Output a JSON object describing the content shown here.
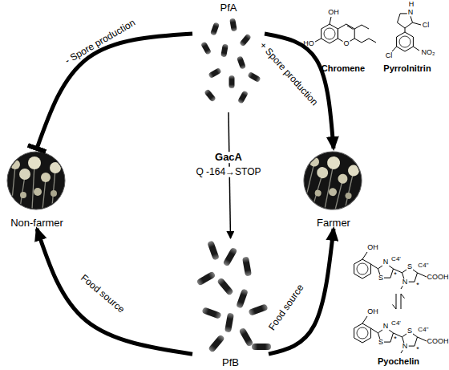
{
  "diagram": {
    "nodes": [
      {
        "text": [
          "PfA"
        ]
      },
      {
        "text": [
          "Non-farmer"
        ]
      },
      {
        "text": [
          "Farmer"
        ]
      },
      {
        "text": [
          "PfB"
        ]
      }
    ],
    "edges": [
      {
        "from": 0,
        "to": 1,
        "label": "- Spore production",
        "arrow": "to"
      },
      {
        "from": 0,
        "to": 2,
        "label": "+ Spore production",
        "arrow": "to"
      },
      {
        "from": 0,
        "to": 3,
        "label": "GacA",
        "arrow": "to"
      },
      {
        "from": 3,
        "to": 1,
        "label": "Food source",
        "arrow": "to"
      },
      {
        "from": 3,
        "to": 2,
        "label": "Food source",
        "arrow": "to"
      }
    ],
    "labels": [
      "Chromene",
      "Pyrrolnitrin",
      "Pyochelin",
      "Q -164→STOP",
      "OH",
      "HO",
      "O",
      "H",
      "N",
      "Cl",
      "NO₂",
      "Cl",
      "OH",
      "N",
      "S",
      "C4'",
      "*",
      "S",
      "N",
      "C4''",
      "*",
      "COOH",
      "OH",
      "N",
      "S",
      "C4'",
      "*",
      "S",
      "N",
      "C4''",
      "*",
      "COOH"
    ]
  }
}
